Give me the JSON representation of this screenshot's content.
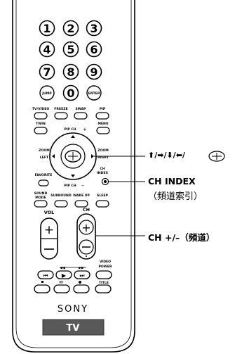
{
  "remote": {
    "digits": [
      "1",
      "2",
      "3",
      "4",
      "5",
      "6",
      "7",
      "8",
      "9",
      "0"
    ],
    "jump": "JUMP",
    "enter": "ENTER",
    "row_tvvideo": [
      "TV/VIDEO",
      "FREEZE",
      "SWAP",
      "PIP"
    ],
    "twin": "TWIN",
    "menu": "MENU",
    "pip_ch_top": "PIP CH",
    "pip_ch_bottom": "PIP CH",
    "zoom_left": [
      "ZOOM",
      "LEFT"
    ],
    "zoom_right": [
      "ZOOM",
      "RIGHT"
    ],
    "ch_index_small": [
      "CH",
      "INDEX"
    ],
    "favorite": "FAVORITE",
    "row_sound": [
      "SOUND",
      "SURROUND",
      "WAKE UP",
      "SLEEP"
    ],
    "sound_mode_second": "MODE",
    "vol": "VOL",
    "ch": "CH",
    "video_power": [
      "VIDEO",
      "POWER"
    ],
    "title": "TITLE",
    "brand": "SONY",
    "tv_badge": "TV"
  },
  "callouts": {
    "arrows_label": "⬆/➡/⬇/⬅/",
    "ch_index": "CH INDEX",
    "ch_index_cjk": "（頻道索引）",
    "ch_plus_minus": "CH +/–（頻道）"
  }
}
